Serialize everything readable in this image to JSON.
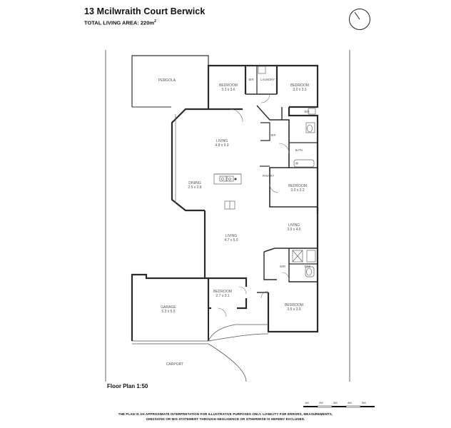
{
  "header": {
    "address": "13 Mcilwraith Court Berwick",
    "total_area_label": "TOTAL LIVING AREA: 220m",
    "total_area_sup": "2"
  },
  "rooms": {
    "pergola": "PERGOLA",
    "bedroom1": "BEDROOM",
    "bedroom1_dims": "3.3 x 3.6",
    "bir1": "BIR",
    "laundry": "LAUNDRY",
    "bedroom2": "BEDROOM",
    "bedroom2_dims": "3.0 x 3.3",
    "bir2": "BIR",
    "living1": "LIVING",
    "living1_dims": "4.8 x 6.9",
    "bir3": "BIR",
    "bath": "BATH",
    "pantry": "PANTRY",
    "dining": "DINING",
    "dining_dims": "2.5 x 2.8",
    "bedroom3": "BEDROOM",
    "bedroom3_dims": "3.0 x 3.2",
    "living2": "LIVING",
    "living2_dims": "3.9 x 4.0",
    "living3": "LIVING",
    "living3_dims": "4.7 x 5.0",
    "wir": "WIR",
    "ens": "ENS",
    "garage": "GARAGE",
    "garage_dims": "5.3 x 5.5",
    "bedroom4": "BEDROOM",
    "bedroom4_dims": "2.7 x 3.1",
    "bedroom5": "BEDROOM",
    "bedroom5_dims": "3.5 x 3.9",
    "carport": "CARPORT"
  },
  "footer": {
    "caption": "Floor Plan 1:50",
    "scale_ticks": [
      "1M",
      "2M",
      "3M",
      "4M",
      "5M"
    ],
    "disclaimer_line1": "THE PLAN IS AN APPROXIMATE INTERPRETATION FOR ILLUSTRATIVE PURPOSES ONLY. LIABILITY FOR ERRORS, MEASUREMENTS,",
    "disclaimer_line2": "OMISSIONS OR MIS-STATEMENT THROUGH NEGLIGENCE OR OTHERWISE IS HEREBY EXCLUDED."
  },
  "colors": {
    "wall": "#2a2a2a",
    "line": "#555555",
    "background": "#ffffff"
  },
  "icons": [
    "north-compass-icon",
    "cooktop-icon",
    "sink-icon",
    "toilet-icon",
    "shower-icon",
    "bathtub-icon"
  ]
}
